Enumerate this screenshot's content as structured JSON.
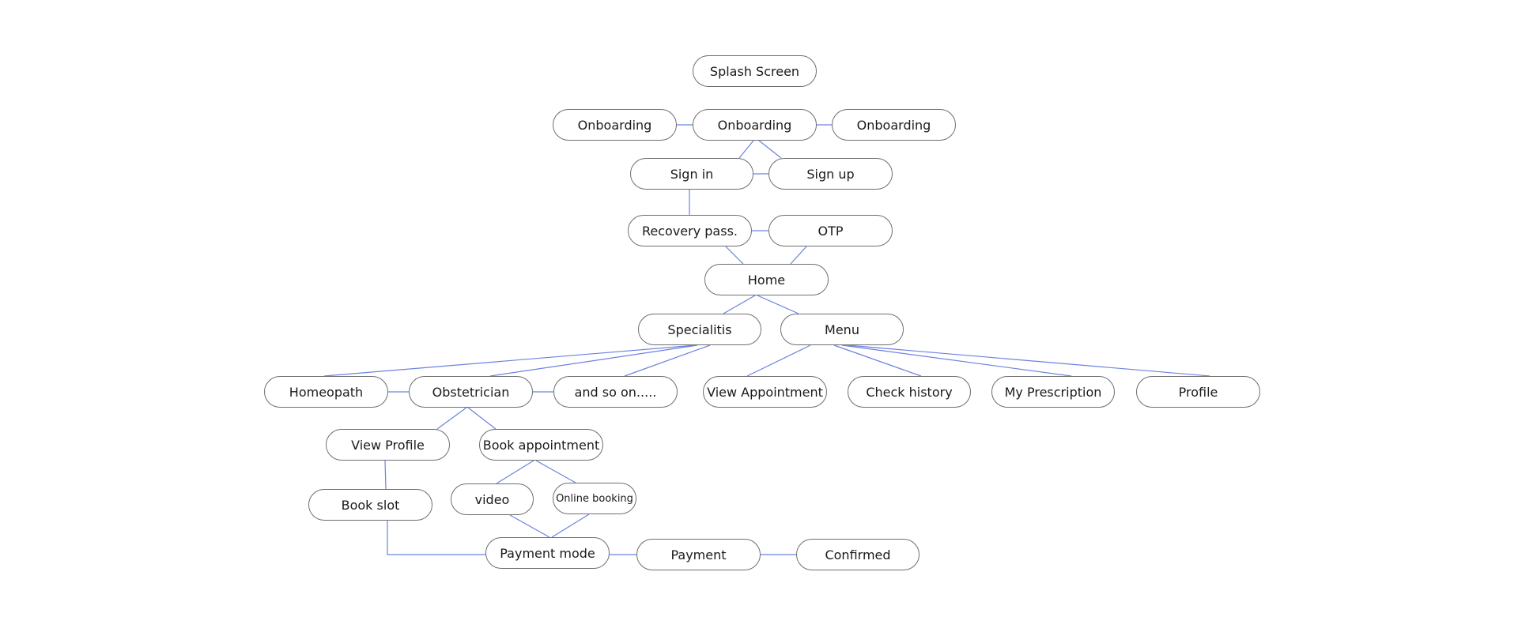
{
  "diagram": {
    "edge_color": "#6b82e0",
    "node_border_color": "#6e6e6e",
    "nodes": {
      "splash": "Splash Screen",
      "onboarding_left": "Onboarding",
      "onboarding_center": "Onboarding",
      "onboarding_right": "Onboarding",
      "sign_in": "Sign in",
      "sign_up": "Sign up",
      "recovery": "Recovery pass.",
      "otp": "OTP",
      "home": "Home",
      "specialitis": "Specialitis",
      "menu": "Menu",
      "homeopath": "Homeopath",
      "obstetrician": "Obstetrician",
      "and_so_on": "and so on.....",
      "view_appointment": "View Appointment",
      "check_history": "Check history",
      "my_prescription": "My Prescription",
      "profile": "Profile",
      "view_profile": "View Profile",
      "book_appointment": "Book appointment",
      "book_slot": "Book slot",
      "video": "video",
      "online_booking": "Online booking",
      "payment_mode": "Payment mode",
      "payment": "Payment",
      "confirmed": "Confirmed"
    },
    "edges": [
      [
        "onboarding_left",
        "onboarding_center"
      ],
      [
        "onboarding_center",
        "onboarding_right"
      ],
      [
        "onboarding_center",
        "sign_in"
      ],
      [
        "onboarding_center",
        "sign_up"
      ],
      [
        "sign_in",
        "sign_up"
      ],
      [
        "sign_in",
        "recovery"
      ],
      [
        "recovery",
        "otp"
      ],
      [
        "recovery",
        "home"
      ],
      [
        "otp",
        "home"
      ],
      [
        "home",
        "specialitis"
      ],
      [
        "home",
        "menu"
      ],
      [
        "specialitis",
        "homeopath"
      ],
      [
        "specialitis",
        "obstetrician"
      ],
      [
        "specialitis",
        "and_so_on"
      ],
      [
        "homeopath",
        "obstetrician"
      ],
      [
        "obstetrician",
        "and_so_on"
      ],
      [
        "menu",
        "view_appointment"
      ],
      [
        "menu",
        "check_history"
      ],
      [
        "menu",
        "my_prescription"
      ],
      [
        "menu",
        "profile"
      ],
      [
        "obstetrician",
        "view_profile"
      ],
      [
        "obstetrician",
        "book_appointment"
      ],
      [
        "view_profile",
        "book_slot"
      ],
      [
        "book_appointment",
        "video"
      ],
      [
        "book_appointment",
        "online_booking"
      ],
      [
        "video",
        "payment_mode"
      ],
      [
        "online_booking",
        "payment_mode"
      ],
      [
        "book_slot",
        "payment_mode"
      ],
      [
        "payment_mode",
        "payment"
      ],
      [
        "payment",
        "confirmed"
      ]
    ]
  }
}
